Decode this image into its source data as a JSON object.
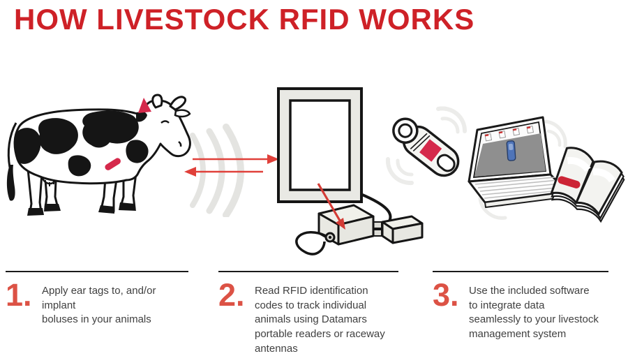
{
  "title": "HOW LIVESTOCK RFID WORKS",
  "steps": [
    {
      "number": "1.",
      "text": "Apply ear tags to, and/or implant\nboluses in your animals"
    },
    {
      "number": "2.",
      "text": "Read RFID identification\ncodes to track individual\nanimals using Datamars\nportable readers or raceway\nantennas"
    },
    {
      "number": "3.",
      "text": "Use the included software\nto integrate data\nseamlessly to your livestock\nmanagement system"
    }
  ],
  "icons": {
    "cow": "cow-with-red-ear-tag-and-bolus-icon",
    "waves": "rfid-signal-waves-icon",
    "arrows": "bidirectional-transmission-arrows-icon",
    "panel": "raceway-antenna-panel-icon",
    "reader_unit": "reader-control-box-icon",
    "handheld": "handheld-rfid-stick-reader-icon",
    "laptop": "laptop-management-software-icon",
    "book": "livestock-record-book-icon"
  },
  "colors": {
    "title_red": "#ce2127",
    "step_number_red": "#dc5245",
    "arrow_red": "#e0403a",
    "tag_red": "#d5294b",
    "body_text_gray": "#404040",
    "divider_black": "#1a1a1a",
    "device_gray": "#e9e9e4",
    "wave_gray": "#e4e4e1",
    "screen_gray": "#8f8f8f",
    "usb_blue": "#4f74b8"
  }
}
